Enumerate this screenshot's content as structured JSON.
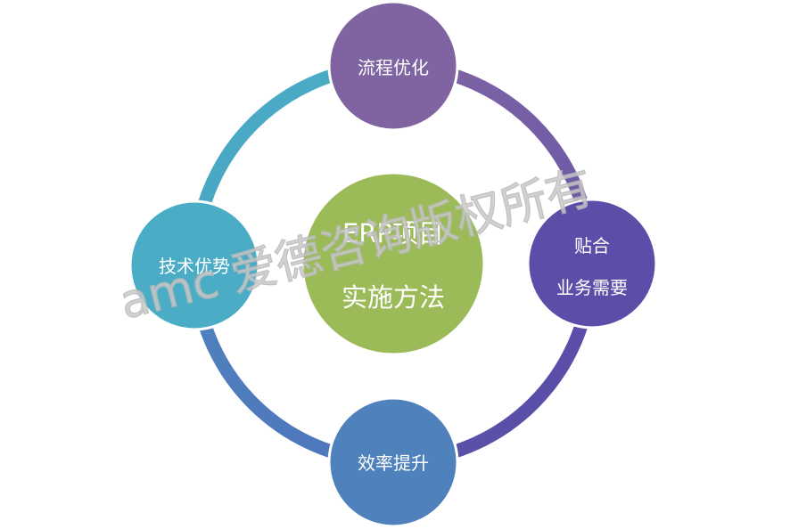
{
  "center": {
    "line1": "ERP项目",
    "line2": "实施方法",
    "color": "#9bbb59"
  },
  "nodes": {
    "top": {
      "label": "流程优化",
      "color": "#8064a2"
    },
    "right": {
      "line1": "贴合",
      "line2": "业务需要",
      "color": "#5c4ea8"
    },
    "bottom": {
      "label": "效率提升",
      "color": "#4f81bd"
    },
    "left": {
      "label": "技术优势",
      "color": "#4bacc6"
    }
  },
  "ring_colors": {
    "top_left": "#4bacc6",
    "top_right": "#8064a2",
    "bottom_right": "#5c4ea8",
    "bottom_left": "#4f81bd"
  },
  "watermark": "amc 爱德咨询版权所有"
}
